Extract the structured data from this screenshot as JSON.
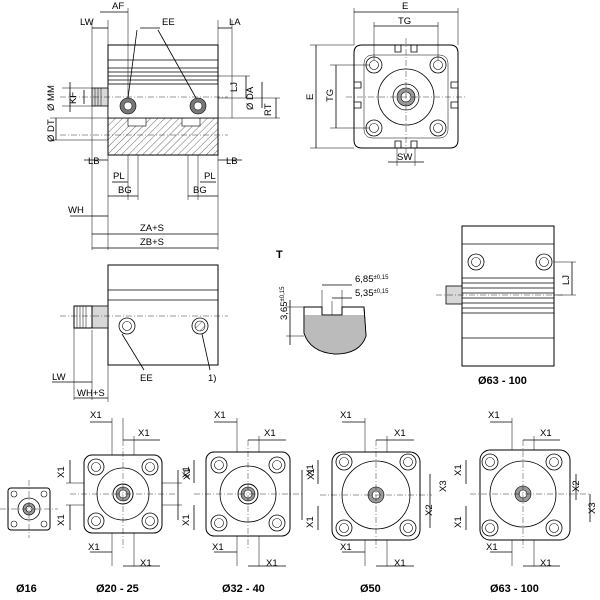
{
  "labels": {
    "af": "AF",
    "lw": "LW",
    "ee": "EE",
    "la": "LA",
    "mm": "Ø MM",
    "kf": "KF",
    "dt": "Ø DT",
    "lj": "LJ",
    "da": "Ø DA",
    "rt": "RT",
    "lb": "LB",
    "pl": "PL",
    "bg": "BG",
    "wh": "WH",
    "zas": "ZA+S",
    "zbs": "ZB+S",
    "e": "E",
    "tg": "TG",
    "sw": "SW",
    "t": "T",
    "x1": "X1",
    "x2": "X2",
    "x3": "X3",
    "whs": "WH+S",
    "note1": "1)",
    "d1": "6,85",
    "d1tol": "±0,15",
    "d2": "5,35",
    "d2tol": "±0,15",
    "d3": "3,65",
    "d3tol": "±0,15"
  },
  "captions": {
    "c63_100_top": "Ø63 - 100",
    "c16": "Ø16",
    "c20_25": "Ø20 - 25",
    "c32_40": "Ø32 - 40",
    "c50": "Ø50",
    "c63_100": "Ø63 - 100"
  }
}
